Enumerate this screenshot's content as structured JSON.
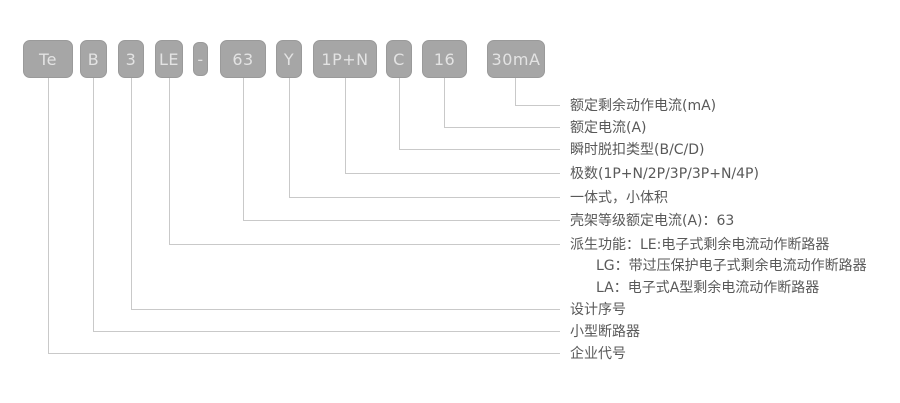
{
  "colors": {
    "background": "#ffffff",
    "box_fill": "#a6a6a6",
    "box_border": "#9a9a9a",
    "box_text": "#e3e3e3",
    "connector_line": "#c9c9c9",
    "annotation_text": "#595959"
  },
  "model_code": {
    "boxes": [
      "Te",
      "B",
      "3",
      "LE",
      "-",
      "63",
      "Y",
      "1P+N",
      "C",
      "16",
      "30mA"
    ]
  },
  "annotations": {
    "rows": [
      {
        "text": "额定剩余动作电流(mA)",
        "connects_to": "30mA"
      },
      {
        "text": "额定电流(A)",
        "connects_to": "16"
      },
      {
        "text": "瞬时脱扣类型(B/C/D)",
        "connects_to": "C"
      },
      {
        "text": "极数(1P+N/2P/3P/3P+N/4P)",
        "connects_to": "1P+N"
      },
      {
        "text": "一体式，小体积",
        "connects_to": "Y"
      },
      {
        "text": "壳架等级额定电流(A)：63",
        "connects_to": "63"
      },
      {
        "text": "派生功能：LE:电子式剩余电流动作断路器",
        "connects_to": "LE"
      },
      {
        "text": "LG：带过压保护电子式剩余电流动作断路器",
        "connects_to": null
      },
      {
        "text": "LA：电子式A型剩余电流动作断路器",
        "connects_to": null
      },
      {
        "text": "设计序号",
        "connects_to": "3"
      },
      {
        "text": "小型断路器",
        "connects_to": "B"
      },
      {
        "text": "企业代号",
        "connects_to": "Te"
      }
    ]
  }
}
